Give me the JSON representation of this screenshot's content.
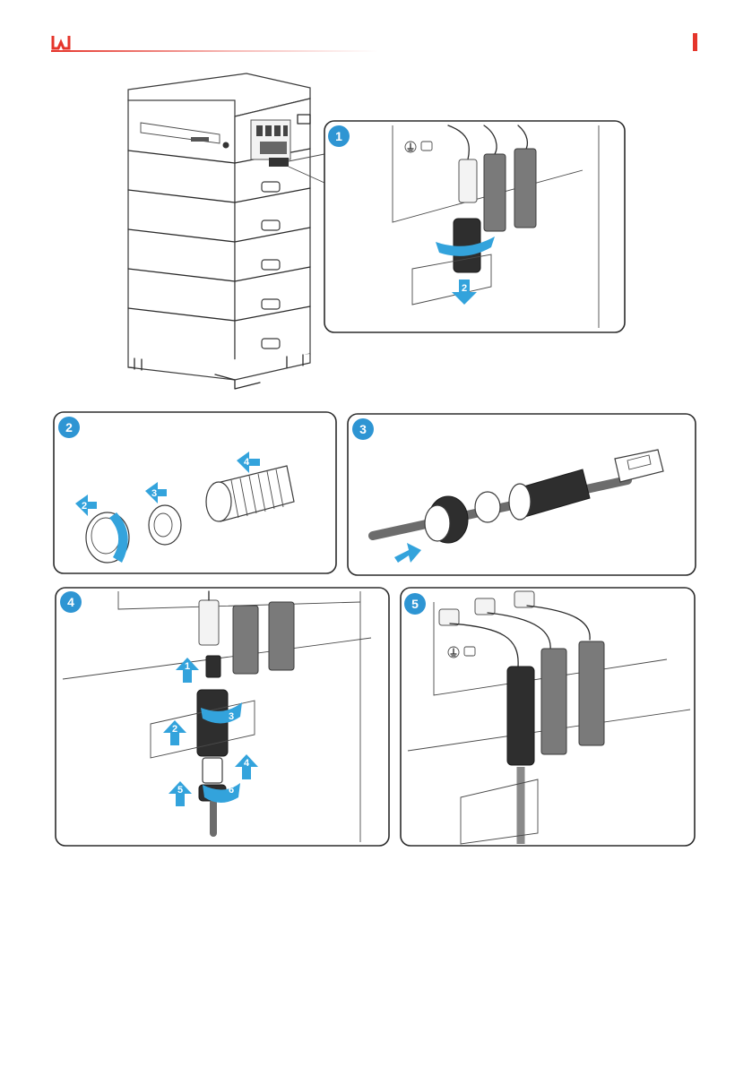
{
  "brand": {
    "accent_color": "#e5352b",
    "logo_icon": "brand-logo-icon"
  },
  "theme": {
    "step_badge_color": "#2e95d3",
    "arrow_color": "#33a3dc",
    "frame_color": "#2b2b2b"
  },
  "steps": [
    {
      "label": "1",
      "arrows": [
        "2"
      ]
    },
    {
      "label": "2",
      "arrows": [
        "2",
        "3",
        "4"
      ]
    },
    {
      "label": "3",
      "arrows": []
    },
    {
      "label": "4",
      "arrows": [
        "1",
        "2",
        "3",
        "4",
        "5",
        "6"
      ]
    },
    {
      "label": "5",
      "arrows": []
    }
  ]
}
